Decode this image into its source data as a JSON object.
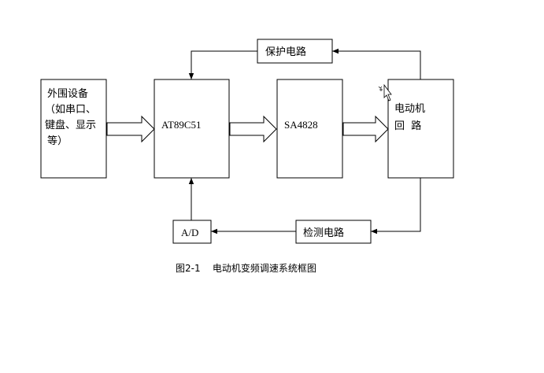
{
  "blocks": {
    "peripherals": [
      "外围设备",
      "（如串口、",
      "键盘、显示",
      "等）"
    ],
    "mcu": "AT89C51",
    "driver": "SA4828",
    "motor": [
      "电动机",
      "回  路"
    ],
    "protection": "保护电路",
    "detection": "检测电路",
    "adc": "A/D"
  },
  "caption": "图2-1    电动机变频调速系统框图"
}
